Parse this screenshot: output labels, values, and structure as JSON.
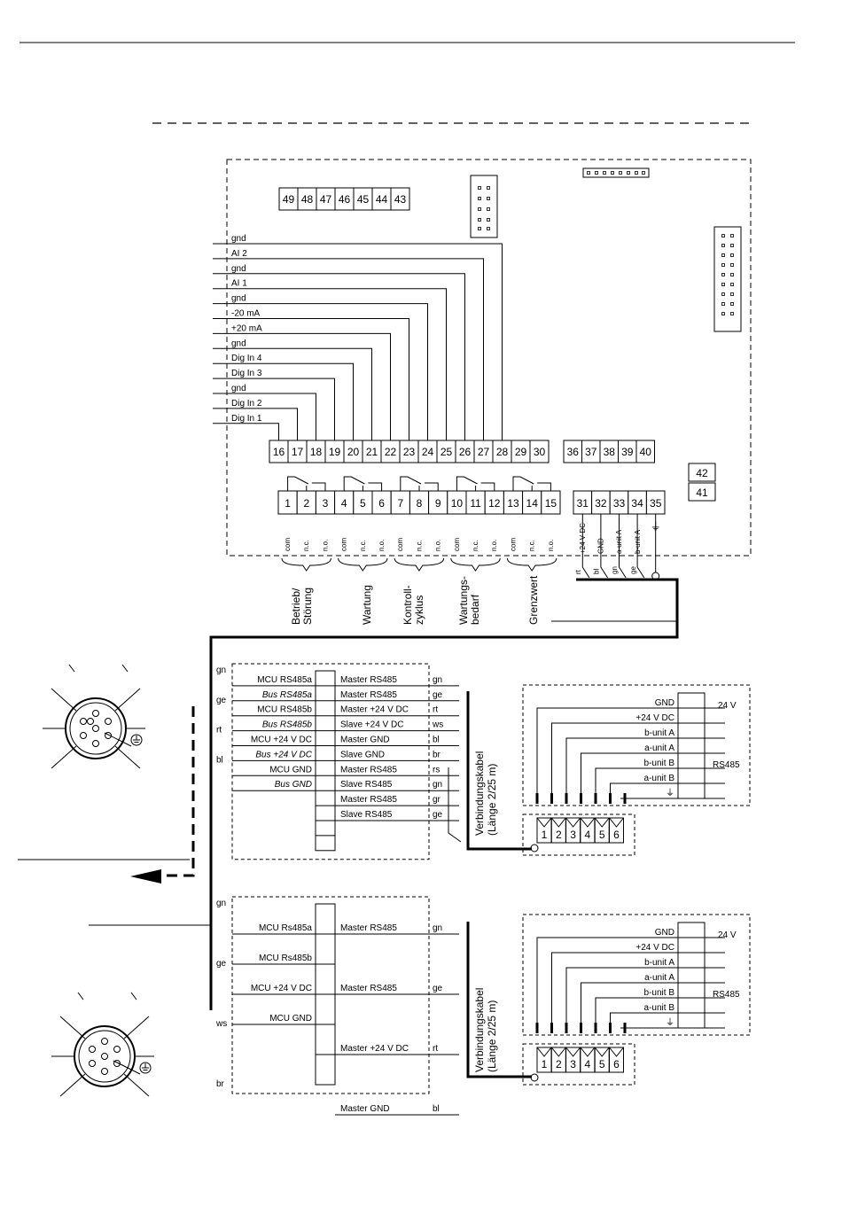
{
  "top_terminals": [
    "49",
    "48",
    "47",
    "46",
    "45",
    "44",
    "43"
  ],
  "signal_labels": [
    "gnd",
    "AI 2",
    "gnd",
    "AI 1",
    "gnd",
    "-20 mA",
    "+20 mA",
    "gnd",
    "Dig In 4",
    "Dig In 3",
    "gnd",
    "Dig In 2",
    "Dig In 1"
  ],
  "terminal_row_a": [
    "16",
    "17",
    "18",
    "19",
    "20",
    "21",
    "22",
    "23",
    "24",
    "25",
    "26",
    "27",
    "28",
    "29",
    "30"
  ],
  "terminal_row_b": [
    "36",
    "37",
    "38",
    "39",
    "40"
  ],
  "terminal_42": "42",
  "terminal_41": "41",
  "relay_terminals": [
    "1",
    "2",
    "3",
    "4",
    "5",
    "6",
    "7",
    "8",
    "9",
    "10",
    "11",
    "12",
    "13",
    "14",
    "15"
  ],
  "relay_contact_labels": [
    "com",
    "n.c.",
    "n.o.",
    "com",
    "n.c.",
    "n.o.",
    "com",
    "n.c.",
    "n.o.",
    "com",
    "n.c.",
    "n.o.",
    "com",
    "n.c.",
    "n.o."
  ],
  "relay_groups": [
    {
      "line1": "Betrieb/",
      "line2": "Störung"
    },
    {
      "line1": "Wartung",
      "line2": ""
    },
    {
      "line1": "Kontroll-",
      "line2": "zyklus"
    },
    {
      "line1": "Wartungs-",
      "line2": "bedarf"
    },
    {
      "line1": "Grenzwert",
      "line2": ""
    }
  ],
  "bus_terminals": [
    "31",
    "32",
    "33",
    "34",
    "35"
  ],
  "bus_terminal_labels": [
    "+24 V DC",
    "GND",
    "a-unit A",
    "b-unit A",
    "⏚"
  ],
  "bus_wire_colors": [
    "rt",
    "bl",
    "gn",
    "ge"
  ],
  "block1": {
    "wire_left": [
      "gn",
      "ge",
      "rt",
      "bl"
    ],
    "left_labels": [
      "MCU RS485a",
      "Bus RS485a",
      "MCU RS485b",
      "Bus RS485b",
      "MCU +24 V DC",
      "Bus +24 V DC",
      "MCU GND",
      "Bus GND"
    ],
    "right_labels": [
      "Master RS485",
      "Master RS485",
      "Master +24 V DC",
      "Slave +24 V DC",
      "Master GND",
      "Slave GND",
      "Master RS485",
      "Slave RS485",
      "Master RS485",
      "Slave RS485"
    ],
    "wire_right": [
      "gn",
      "ge",
      "rt",
      "ws",
      "bl",
      "br",
      "rs",
      "gn",
      "gr",
      "ge"
    ],
    "cable_line1": "Verbindungskabel",
    "cable_line2": "(Länge 2/25 m)"
  },
  "block2": {
    "wire_left": [
      "gn",
      "ge",
      "ws",
      "br"
    ],
    "left_labels": [
      "MCU Rs485a",
      "MCU Rs485b",
      "MCU +24 V DC",
      "MCU GND"
    ],
    "right_labels": [
      "Master RS485",
      "Master RS485",
      "Master +24 V DC",
      "Master GND"
    ],
    "wire_right": [
      "gn",
      "ge",
      "rt",
      "bl"
    ],
    "cable_line1": "Verbindungskabel",
    "cable_line2": "(Länge 2/25 m)"
  },
  "remote_unit": {
    "labels": [
      "GND",
      "+24 V DC",
      "b-unit A",
      "a-unit A",
      "b-unit B",
      "a-unit B",
      "⏚"
    ],
    "group_24v": "24 V",
    "group_rs485": "RS485",
    "plug_pins": [
      "1",
      "2",
      "3",
      "4",
      "5",
      "6"
    ]
  }
}
